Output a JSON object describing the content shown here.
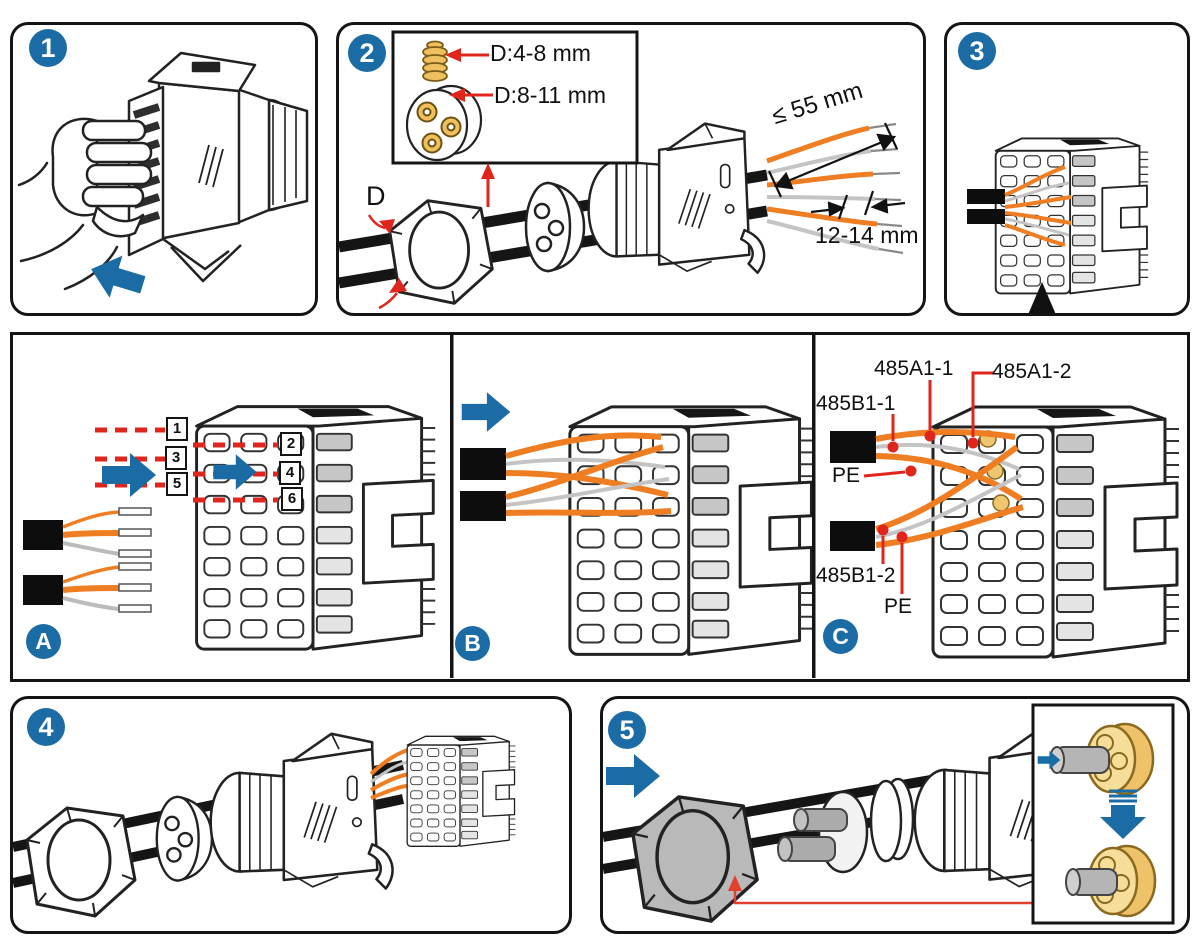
{
  "colors": {
    "accent_blue": "#1b6ba5",
    "wire_orange": "#ef7d22",
    "callout_red": "#e0251c",
    "seal_yellow": "#eec05f",
    "part_gray": "#b9b9b9",
    "line_black": "#141414"
  },
  "icons": {
    "direction_arrow": "blue-right-arrow",
    "callout_arrow": "red-arrow",
    "insert_pointer": "black-up-triangle"
  },
  "badges": {
    "step1": "1",
    "step2": "2",
    "step3": "3",
    "step4": "4",
    "step5": "5",
    "sub_a": "A",
    "sub_b": "B",
    "sub_c": "C"
  },
  "panel2": {
    "spring_dim_label": "D:4-8 mm",
    "plug_dim_label": "D:8-11 mm",
    "cable_dim_label": "D",
    "strip_length_label": "≤ 55 mm",
    "bare_wire_label": "12-14 mm"
  },
  "panelA": {
    "terminals": [
      "1",
      "2",
      "3",
      "4",
      "5",
      "6"
    ]
  },
  "panelC": {
    "labels": {
      "a1_1": "485A1-1",
      "a1_2": "485A1-2",
      "b1_1": "485B1-1",
      "pe_top": "PE",
      "b1_2": "485B1-2",
      "pe_bottom": "PE"
    }
  }
}
